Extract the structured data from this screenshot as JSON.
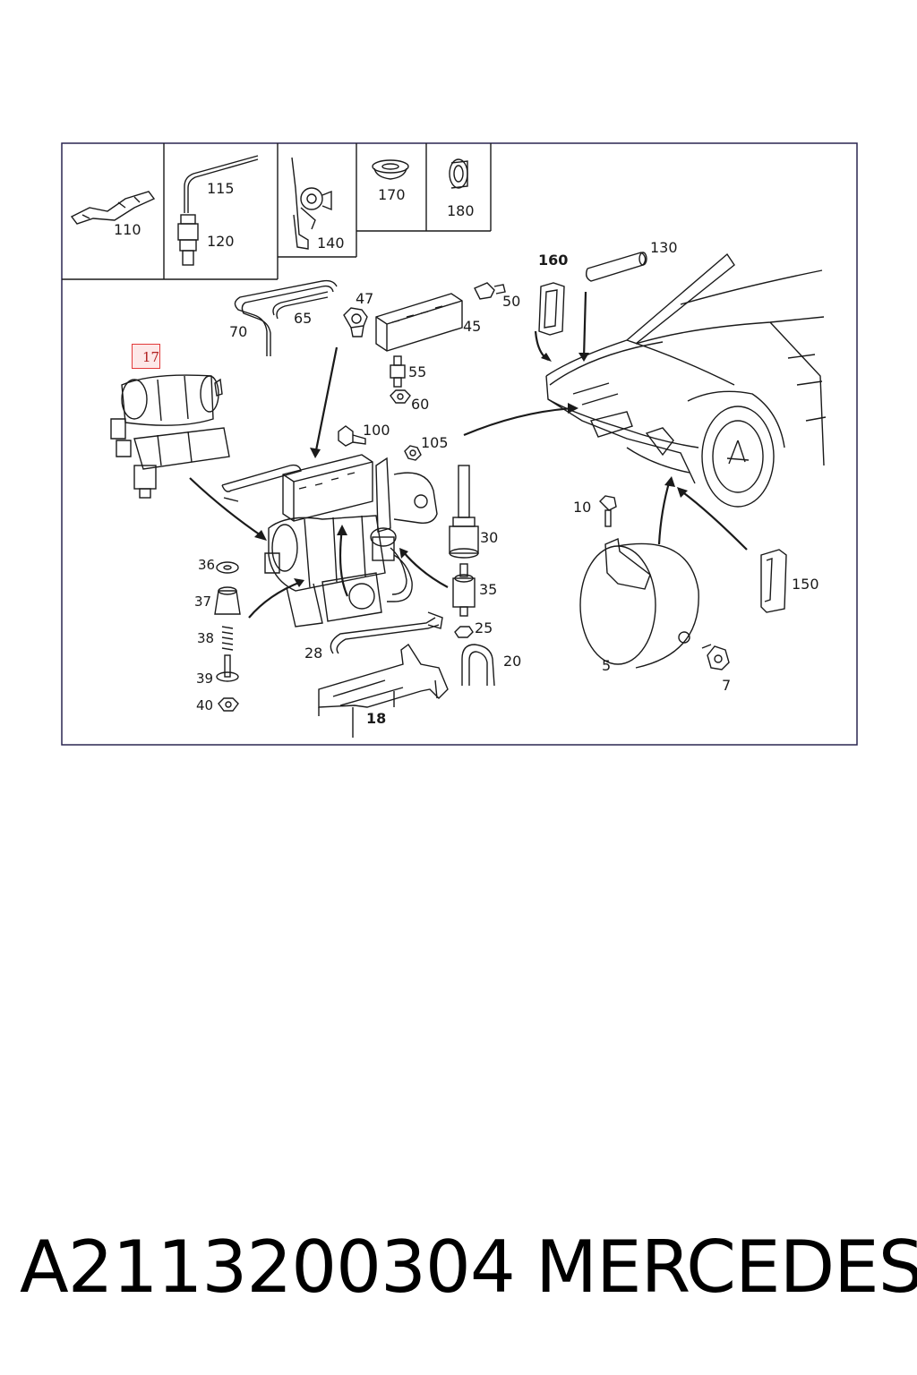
{
  "diagram": {
    "highlighted_part": "17",
    "callouts": {
      "c110": "110",
      "c115": "115",
      "c120": "120",
      "c140": "140",
      "c170": "170",
      "c180": "180",
      "c160": "160",
      "c130": "130",
      "c47": "47",
      "c50": "50",
      "c65": "65",
      "c70": "70",
      "c45": "45",
      "c55": "55",
      "c60": "60",
      "c100": "100",
      "c105": "105",
      "c10": "10",
      "c30": "30",
      "c36": "36",
      "c37": "37",
      "c35": "35",
      "c38": "38",
      "c25": "25",
      "c28": "28",
      "c20": "20",
      "c39": "39",
      "c40": "40",
      "c18": "18",
      "c5": "5",
      "c7": "7",
      "c150": "150"
    }
  },
  "footer": {
    "part_number": "A2113200304",
    "brand": "MERCEDES"
  },
  "colors": {
    "line": "#1a1a1a",
    "frame": "#2a2550",
    "highlight_border": "#e23a3a",
    "highlight_fill": "#fde8e8"
  }
}
